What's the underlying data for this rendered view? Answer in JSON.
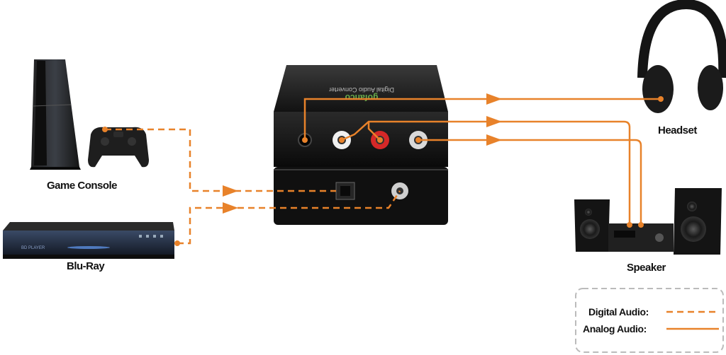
{
  "devices": {
    "game_console": "Game Console",
    "blu_ray": "Blu-Ray",
    "headset": "Headset",
    "speaker": "Speaker"
  },
  "legend": {
    "digital": "Digital Audio:",
    "analog": "Analog Audio:"
  },
  "converter": {
    "title": "Digital Audio Converter",
    "brand": "gofanco",
    "player_text": "BD PLAYER"
  },
  "colors": {
    "connection": "#e8822a",
    "device_dark": "#1a1a1a",
    "legend_border": "#bbbbbb"
  }
}
